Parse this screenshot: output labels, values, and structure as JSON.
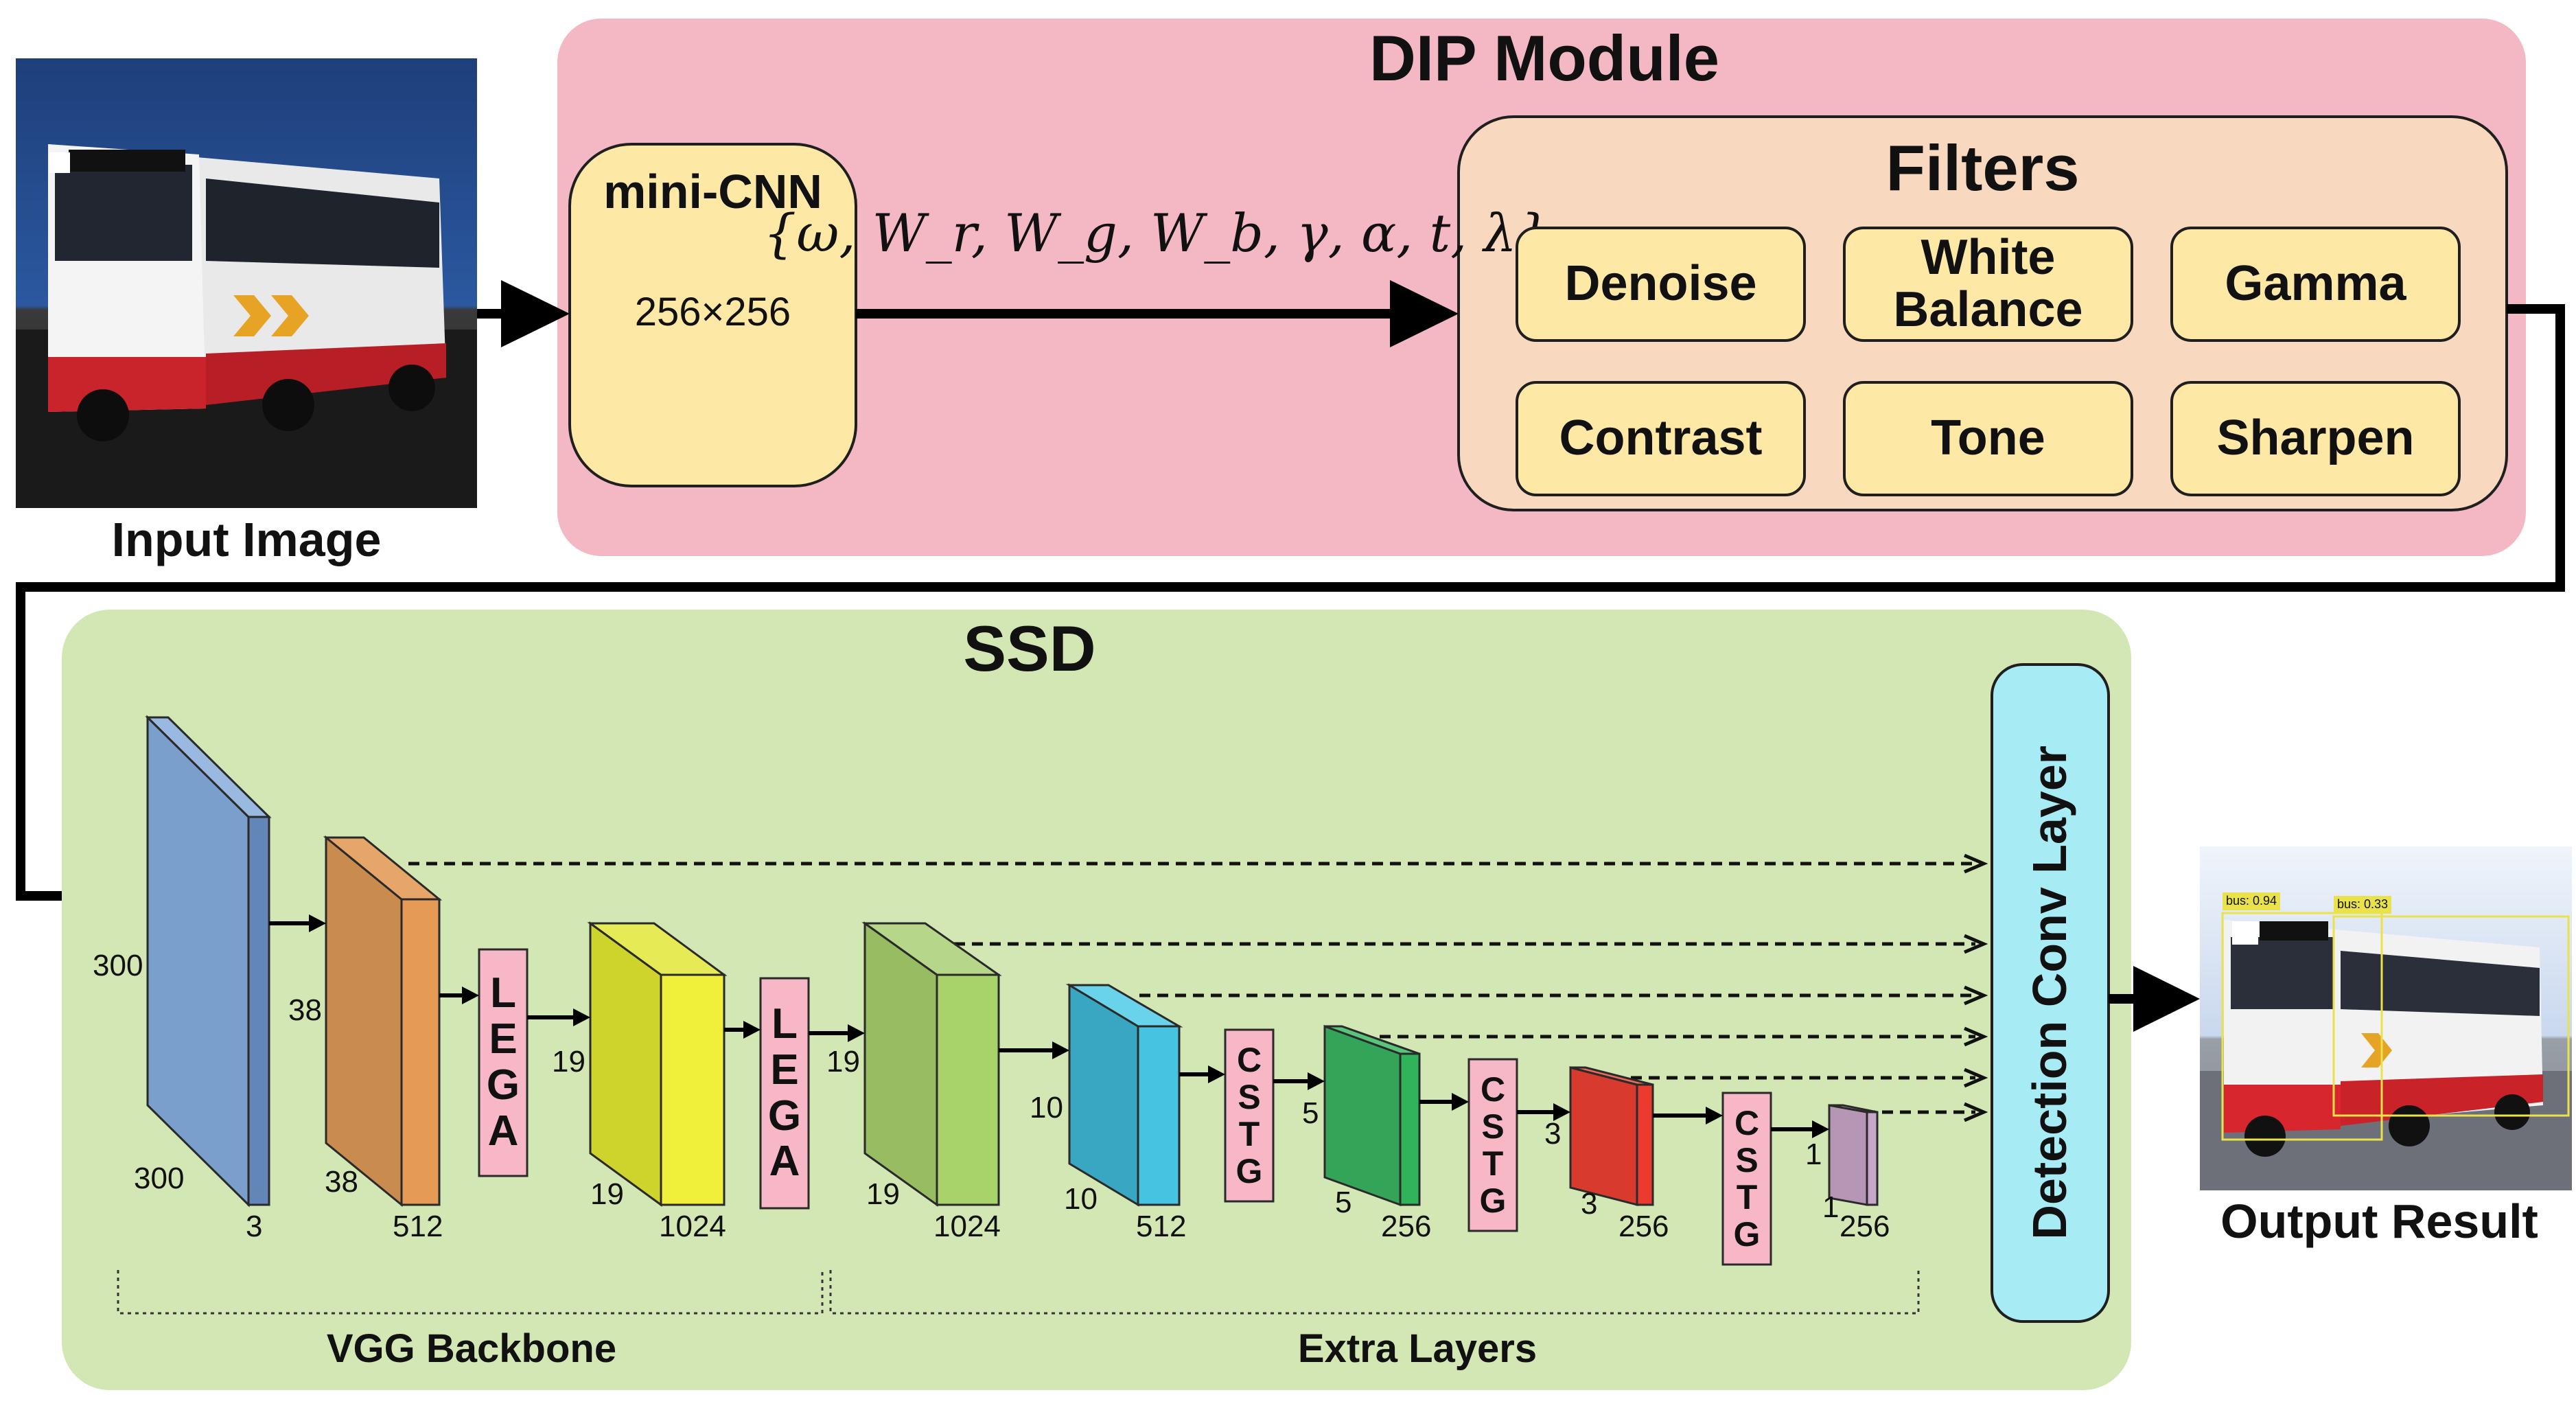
{
  "dip": {
    "title": "DIP Module",
    "mini_cnn": {
      "title": "mini-CNN",
      "size": "256×256"
    },
    "parameters": "{ω, W_r, W_g, W_b, γ, α, t, λ}",
    "filters": {
      "title": "Filters",
      "items": [
        "Denoise",
        "White\nBalance",
        "Gamma",
        "Contrast",
        "Tone",
        "Sharpen"
      ]
    }
  },
  "input": {
    "caption": "Input Image"
  },
  "output": {
    "caption": "Output Result",
    "detections": [
      "bus: 0.94",
      "bus: 0.33"
    ]
  },
  "ssd": {
    "title": "SSD",
    "detection_layer": "Detection Conv Layer",
    "lega_label": "LEGA",
    "cstg_label": "CSTG",
    "sections": [
      "VGG Backbone",
      "Extra Layers"
    ],
    "layers": [
      {
        "name": "input-300",
        "height": "300",
        "width": "300",
        "channels": "3",
        "color": "#7b9fcc"
      },
      {
        "name": "conv-38",
        "height": "38",
        "width": "38",
        "channels": "512",
        "color": "#e59a55"
      },
      {
        "name": "conv-19a",
        "height": "19",
        "width": "19",
        "channels": "1024",
        "color": "#f0f03a"
      },
      {
        "name": "conv-19b",
        "height": "19",
        "width": "19",
        "channels": "1024",
        "color": "#a8d36a"
      },
      {
        "name": "conv-10",
        "height": "10",
        "width": "10",
        "channels": "512",
        "color": "#45c3e0"
      },
      {
        "name": "conv-5",
        "height": "5",
        "width": "5",
        "channels": "256",
        "color": "#2fb45a"
      },
      {
        "name": "conv-3",
        "height": "3",
        "width": "3",
        "channels": "256",
        "color": "#ea3b2e"
      },
      {
        "name": "conv-1",
        "height": "1",
        "width": "1",
        "channels": "256",
        "color": "#c7a7c7"
      }
    ]
  },
  "colors": {
    "dip_bg": "#f3b8c4",
    "filters_bg": "#f9d8c0",
    "button_bg": "#fde8a6",
    "ssd_bg": "#d3e7b5",
    "detection_bg": "#a7ebf5",
    "block_label_bg": "#f7b7c7"
  }
}
